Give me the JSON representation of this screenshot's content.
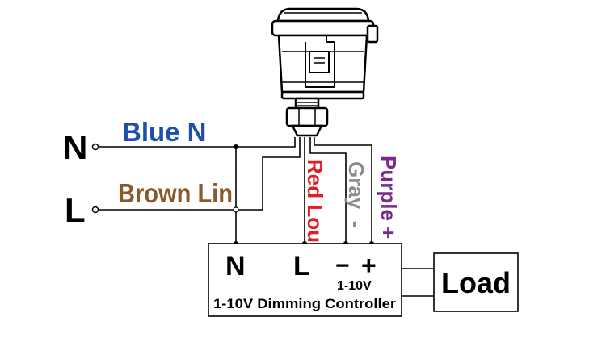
{
  "terminals": {
    "neutral": "N",
    "line": "L"
  },
  "wires": {
    "blue": {
      "label": "Blue N",
      "color": "#1f4fa8"
    },
    "brown": {
      "label": "Brown Lin",
      "color": "#8a5a2b"
    },
    "red": {
      "label": "Red Lout",
      "color": "#e01e24"
    },
    "gray": {
      "label": "Gray  -",
      "color": "#8a8a8a"
    },
    "purple": {
      "label": "Purple +",
      "color": "#7a2a8c"
    }
  },
  "controller": {
    "title": "1-10V Dimming Controller",
    "terminal_n": "N",
    "terminal_l": "L",
    "terminal_minus": "−",
    "terminal_plus": "+",
    "dim_label": "1-10V"
  },
  "load": {
    "label": "Load"
  }
}
